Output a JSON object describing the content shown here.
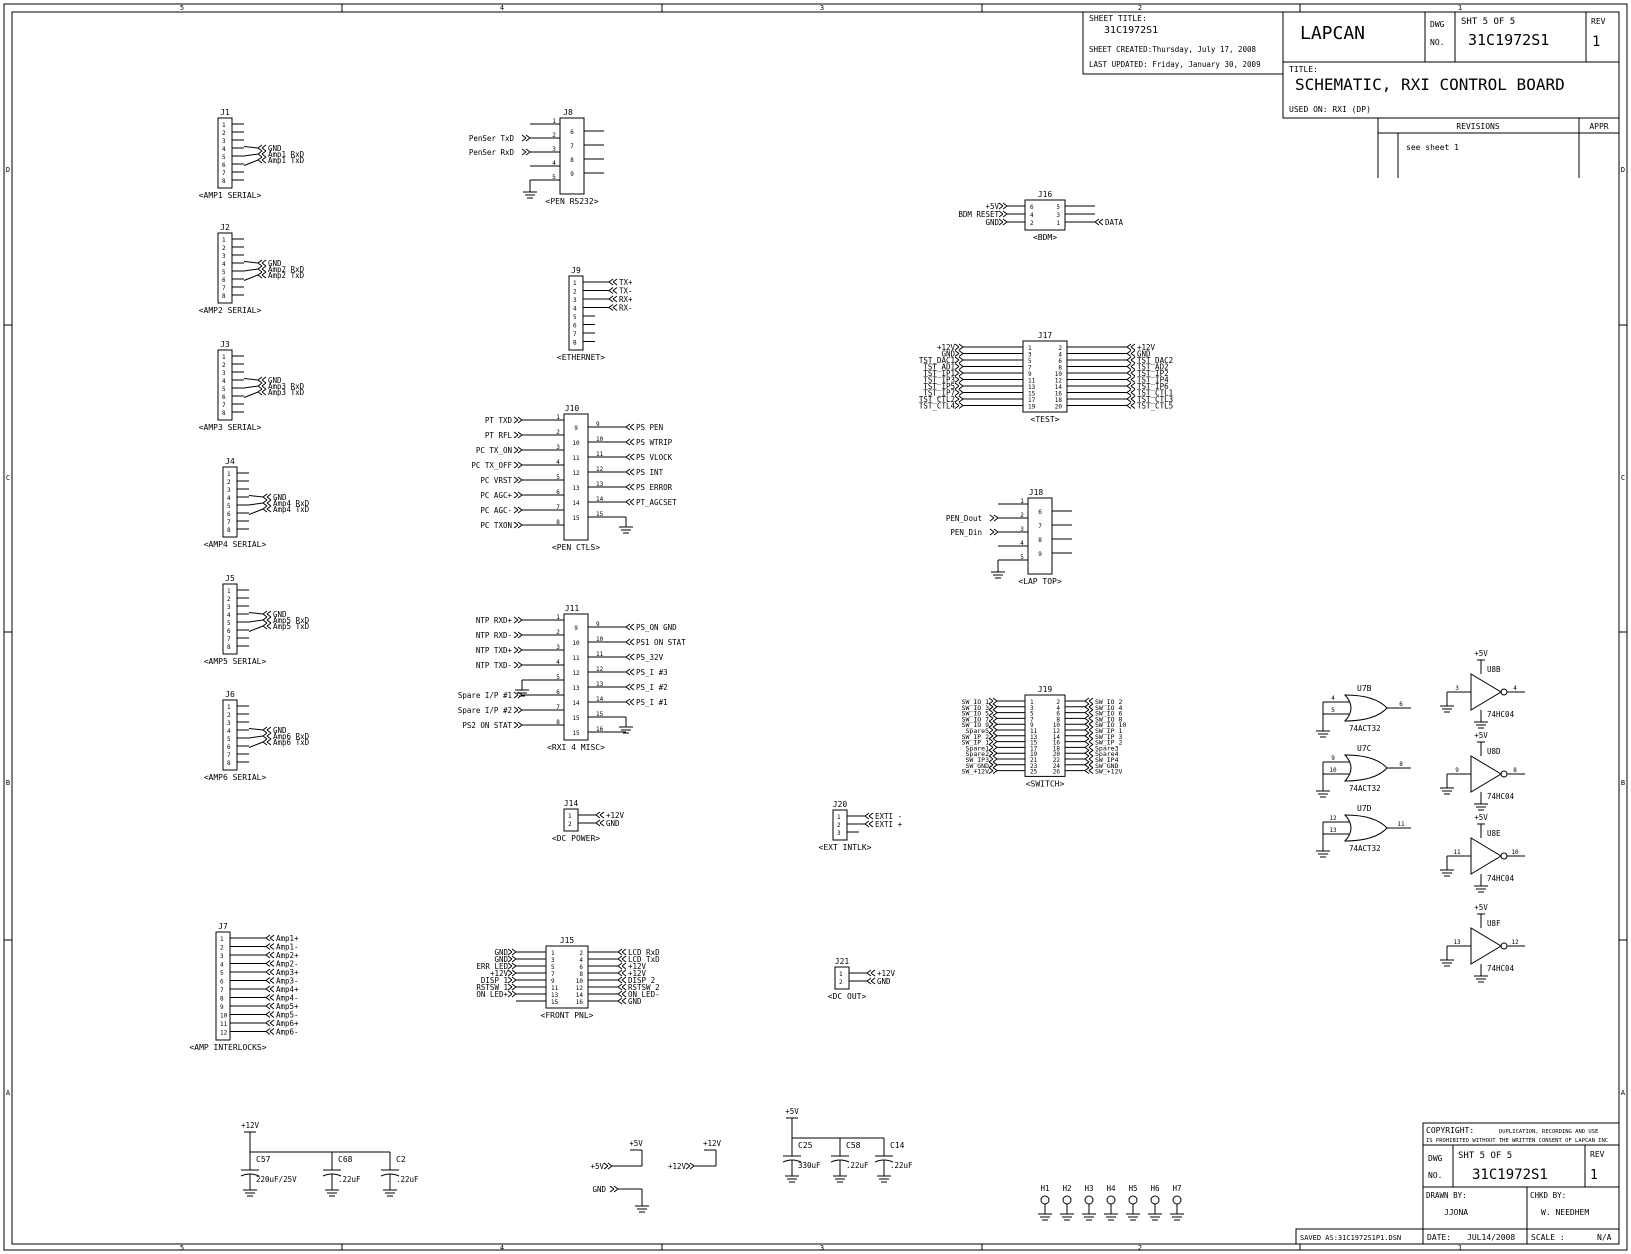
{
  "title_block": {
    "sheet_title_label": "SHEET TITLE:",
    "sheet_title": "31C1972S1",
    "sheet_created": "SHEET CREATED:Thursday, July 17, 2008",
    "last_updated": "LAST UPDATED: Friday, January 30, 2009",
    "company": "LAPCAN",
    "dwg_label": "DWG",
    "no_label": "NO.",
    "sheet": "SHT 5 OF 5",
    "dwg_no": "31C1972S1",
    "rev_label": "REV",
    "rev": "1",
    "title_label": "TITLE:",
    "title": "SCHEMATIC, RXI CONTROL BOARD",
    "used_on": "USED ON: RXI (DP)",
    "revisions_label": "REVISIONS",
    "appr_label": "APPR",
    "revision_note": "see sheet 1"
  },
  "bottom_block": {
    "copyright": "COPYRIGHT:",
    "copyright_note1": "DUPLICATION, RECORDING AND USE",
    "copyright_note2": "IS PROHIBITED WITHOUT THE WRITTEN CONSENT OF LAPCAN INC",
    "dwg_label": "DWG",
    "no_label": "NO.",
    "sheet": "SHT 5 OF 5",
    "dwg_no": "31C1972S1",
    "rev_label": "REV",
    "rev": "1",
    "drawn_by_label": "DRAWN BY:",
    "drawn_by": "JJONA",
    "chkd_by_label": "CHKD BY:",
    "chkd_by": "W. NEEDHEM",
    "saved": "SAVED AS:31C1972S1P1.DSN",
    "date_label": "DATE:",
    "date": "JUL14/2008",
    "scale_label": "SCALE :",
    "scale": "N/A"
  },
  "border": {
    "top_marks": [
      "5",
      "4",
      "3",
      "2",
      "1"
    ],
    "bottom_marks": [
      "5",
      "4",
      "3",
      "2",
      "1"
    ],
    "left_marks": [
      "D",
      "C",
      "B",
      "A"
    ],
    "right_marks": [
      "D",
      "C",
      "B",
      "A"
    ]
  },
  "serial_connectors": [
    {
      "ref": "J1",
      "caption": "<AMP1 SERIAL>",
      "gnd": "GND",
      "rxd": "Amp1 RxD",
      "txd": "Amp1 TxD",
      "pins": [
        "1",
        "2",
        "3",
        "4",
        "5",
        "6",
        "7",
        "8"
      ]
    },
    {
      "ref": "J2",
      "caption": "<AMP2 SERIAL>",
      "gnd": "GND",
      "rxd": "Amp2 RxD",
      "txd": "Amp2 TxD",
      "pins": [
        "1",
        "2",
        "3",
        "4",
        "5",
        "6",
        "7",
        "8"
      ]
    },
    {
      "ref": "J3",
      "caption": "<AMP3 SERIAL>",
      "gnd": "GND",
      "rxd": "Amp3 RxD",
      "txd": "Amp3 TxD",
      "pins": [
        "1",
        "2",
        "3",
        "4",
        "5",
        "6",
        "7",
        "8"
      ]
    },
    {
      "ref": "J4",
      "caption": "<AMP4 SERIAL>",
      "gnd": "GND",
      "rxd": "Amp4 RxD",
      "txd": "Amp4 TxD",
      "pins": [
        "1",
        "2",
        "3",
        "4",
        "5",
        "6",
        "7",
        "8"
      ]
    },
    {
      "ref": "J5",
      "caption": "<AMP5 SERIAL>",
      "gnd": "GND",
      "rxd": "Amp5 RxD",
      "txd": "Amp5 TxD",
      "pins": [
        "1",
        "2",
        "3",
        "4",
        "5",
        "6",
        "7",
        "8"
      ]
    },
    {
      "ref": "J6",
      "caption": "<AMP6 SERIAL>",
      "gnd": "GND",
      "rxd": "Amp6 RxD",
      "txd": "Amp6 TxD",
      "pins": [
        "1",
        "2",
        "3",
        "4",
        "5",
        "6",
        "7",
        "8"
      ]
    }
  ],
  "j7": {
    "ref": "J7",
    "caption": "<AMP INTERLOCKS>",
    "pins": [
      "1",
      "2",
      "3",
      "4",
      "5",
      "6",
      "7",
      "8",
      "9",
      "10",
      "11",
      "12"
    ],
    "nets": [
      "Amp1+",
      "Amp1-",
      "Amp2+",
      "Amp2-",
      "Amp3+",
      "Amp3-",
      "Amp4+",
      "Amp4-",
      "Amp5+",
      "Amp5-",
      "Amp6+",
      "Amp6-"
    ]
  },
  "j8": {
    "ref": "J8",
    "caption": "<PEN RS232>",
    "left_nets": [
      "PenSer TxD",
      "PenSer RxD"
    ],
    "left_pins": [
      "1",
      "2",
      "3",
      "4",
      "5"
    ],
    "right_pins": [
      "6",
      "7",
      "8",
      "9"
    ]
  },
  "j9": {
    "ref": "J9",
    "caption": "<ETHERNET>",
    "pins": [
      "1",
      "2",
      "3",
      "4",
      "5",
      "6",
      "7",
      "8"
    ],
    "nets": [
      "TX+",
      "TX-",
      "RX+",
      "RX-"
    ]
  },
  "j10": {
    "ref": "J10",
    "caption": "<PEN CTLS>",
    "left_nets": [
      "PT TXD",
      "PT RFL",
      "PC TX_ON",
      "PC TX_OFF",
      "PC VRST",
      "PC AGC+",
      "PC AGC-",
      "PC TXON"
    ],
    "left_pins": [
      "1",
      "2",
      "3",
      "4",
      "5",
      "6",
      "7",
      "8"
    ],
    "inner_pins": [
      "9",
      "10",
      "11",
      "12",
      "13",
      "14",
      "15"
    ],
    "right_pins": [
      "9",
      "10",
      "11",
      "12",
      "13",
      "14",
      "15"
    ],
    "right_nets": [
      "PS PEN",
      "PS WTRIP",
      "PS VLOCK",
      "PS INT",
      "PS ERROR",
      "PT_AGCSET"
    ]
  },
  "j11": {
    "ref": "J11",
    "caption": "<RXI 4 MISC>",
    "left_nets": [
      "NTP RXD+",
      "NTP RXD-",
      "NTP TXD+",
      "NTP TXD-",
      "Spare I/P #1",
      "Spare I/P #2",
      "PS2 ON STAT"
    ],
    "left_pins": [
      "1",
      "2",
      "3",
      "4",
      "5",
      "6",
      "7",
      "8"
    ],
    "inner_pins": [
      "9",
      "10",
      "11",
      "12",
      "13",
      "14",
      "15"
    ],
    "right_pins": [
      "9",
      "10",
      "11",
      "12",
      "13",
      "14",
      "15",
      "16"
    ],
    "right_nets": [
      "PS_ON GND",
      "PS1 ON STAT",
      "PS_32V",
      "PS_I #3",
      "PS_I #2",
      "PS_I #1"
    ]
  },
  "j14": {
    "ref": "J14",
    "caption": "<DC POWER>",
    "pins": [
      "1",
      "2"
    ],
    "nets": [
      "+12V",
      "GND"
    ]
  },
  "j15": {
    "ref": "J15",
    "caption": "<FRONT PNL>",
    "left_nets": [
      "GND",
      "GND",
      "ERR LED",
      "+12V",
      "DISP 1",
      "RSTSW 1",
      "ON LED+"
    ],
    "left_pins": [
      "1",
      "3",
      "5",
      "7",
      "9",
      "11",
      "13",
      "15"
    ],
    "right_pins": [
      "2",
      "4",
      "6",
      "8",
      "10",
      "12",
      "14",
      "16"
    ],
    "right_nets": [
      "LCD RxD",
      "LCD TxD",
      "+12V",
      "+12V",
      "DISP 2",
      "RSTSW 2",
      "ON LED-",
      "GND"
    ]
  },
  "j16": {
    "ref": "J16",
    "caption": "<BDM>",
    "left_nets": [
      "+5V",
      "BDM RESET",
      "GND"
    ],
    "left_pins": [
      "6",
      "4",
      "2"
    ],
    "right_pins": [
      "5",
      "3",
      "1"
    ],
    "right_net": "DATA"
  },
  "j17": {
    "ref": "J17",
    "caption": "<TEST>",
    "left_nets": [
      "+12V",
      "GND",
      "TST_DAC1",
      "TST_AD1",
      "TST_IP1",
      "TST_IP3",
      "TST_IP5",
      "TST_IP7",
      "TST_CTL2",
      "TST_CTL4"
    ],
    "left_pins": [
      "1",
      "3",
      "5",
      "7",
      "9",
      "11",
      "13",
      "15",
      "17",
      "19"
    ],
    "right_pins": [
      "2",
      "4",
      "6",
      "8",
      "10",
      "12",
      "14",
      "16",
      "18",
      "20"
    ],
    "right_nets": [
      "+12V",
      "GND",
      "TST_DAC2",
      "TST_AD2",
      "TST_IP2",
      "TST_IP4",
      "TST_IP6",
      "TST_CTL1",
      "TST_CTL3",
      "TST_CTL5"
    ]
  },
  "j18": {
    "ref": "J18",
    "caption": "<LAP TOP>",
    "left_nets": [
      "PEN_Dout",
      "PEN_Din"
    ],
    "left_pins": [
      "1",
      "2",
      "3",
      "4",
      "5"
    ],
    "right_pins": [
      "6",
      "7",
      "8",
      "9"
    ]
  },
  "j19": {
    "ref": "J19",
    "caption": "<SWITCH>",
    "left_nets": [
      "SW_IO 1",
      "SW_IO 3",
      "SW_IO 5",
      "SW_IO 7",
      "SW_IO 9",
      "Spare5",
      "SW_IP 2",
      "SW_IP 1",
      "Spare1",
      "Spare2",
      "SW_IP3",
      "SW_GND",
      "SW_+12V"
    ],
    "left_pins": [
      "1",
      "3",
      "5",
      "7",
      "9",
      "11",
      "13",
      "15",
      "17",
      "19",
      "21",
      "23",
      "25"
    ],
    "right_pins": [
      "2",
      "4",
      "6",
      "8",
      "10",
      "12",
      "14",
      "16",
      "18",
      "20",
      "22",
      "24",
      "26"
    ],
    "right_nets": [
      "SW_IO 2",
      "SW_IO 4",
      "SW_IO 6",
      "SW_IO 8",
      "SW_IO 10",
      "SW_IP 1",
      "SW_IP 3",
      "SW_IP 2",
      "Spare3",
      "Spare4",
      "SW_IP4",
      "SW_GND",
      "SW_+12V"
    ]
  },
  "j20": {
    "ref": "J20",
    "caption": "<EXT INTLK>",
    "pins": [
      "1",
      "2",
      "3"
    ],
    "nets": [
      "EXTI -",
      "EXTI +"
    ]
  },
  "j21": {
    "ref": "J21",
    "caption": "<DC OUT>",
    "pins": [
      "1",
      "2"
    ],
    "nets": [
      "+12V",
      "GND"
    ]
  },
  "or_gates": [
    {
      "ref": "U7B",
      "part": "74ACT32",
      "in1": "4",
      "in2": "5",
      "out": "6"
    },
    {
      "ref": "U7C",
      "part": "74ACT32",
      "in1": "9",
      "in2": "10",
      "out": "8"
    },
    {
      "ref": "U7D",
      "part": "74ACT32",
      "in1": "12",
      "in2": "13",
      "out": "11"
    }
  ],
  "buffers": [
    {
      "ref": "U8B",
      "part": "74HC04",
      "vcc": "+5V",
      "in": "3",
      "out": "4"
    },
    {
      "ref": "U8D",
      "part": "74HC04",
      "vcc": "+5V",
      "in": "9",
      "out": "8"
    },
    {
      "ref": "U8E",
      "part": "74HC04",
      "vcc": "+5V",
      "in": "11",
      "out": "10"
    },
    {
      "ref": "U8F",
      "part": "74HC04",
      "vcc": "+5V",
      "in": "13",
      "out": "12"
    }
  ],
  "caps_left": {
    "rail": "+12V",
    "items": [
      {
        "ref": "C57",
        "value": "220uF/25V"
      },
      {
        "ref": "C68",
        "value": ".22uF"
      },
      {
        "ref": "C2",
        "value": ".22uF"
      }
    ]
  },
  "caps_right": {
    "rail": "+5V",
    "items": [
      {
        "ref": "C25",
        "value": "330uF"
      },
      {
        "ref": "C58",
        "value": ".22uF"
      },
      {
        "ref": "C14",
        "value": ".22uF"
      }
    ]
  },
  "power_ports": {
    "p5v": "+5V",
    "p12v": "+12V",
    "gnd": "GND"
  },
  "mounting_holes": [
    "H1",
    "H2",
    "H3",
    "H4",
    "H5",
    "H6",
    "H7"
  ]
}
